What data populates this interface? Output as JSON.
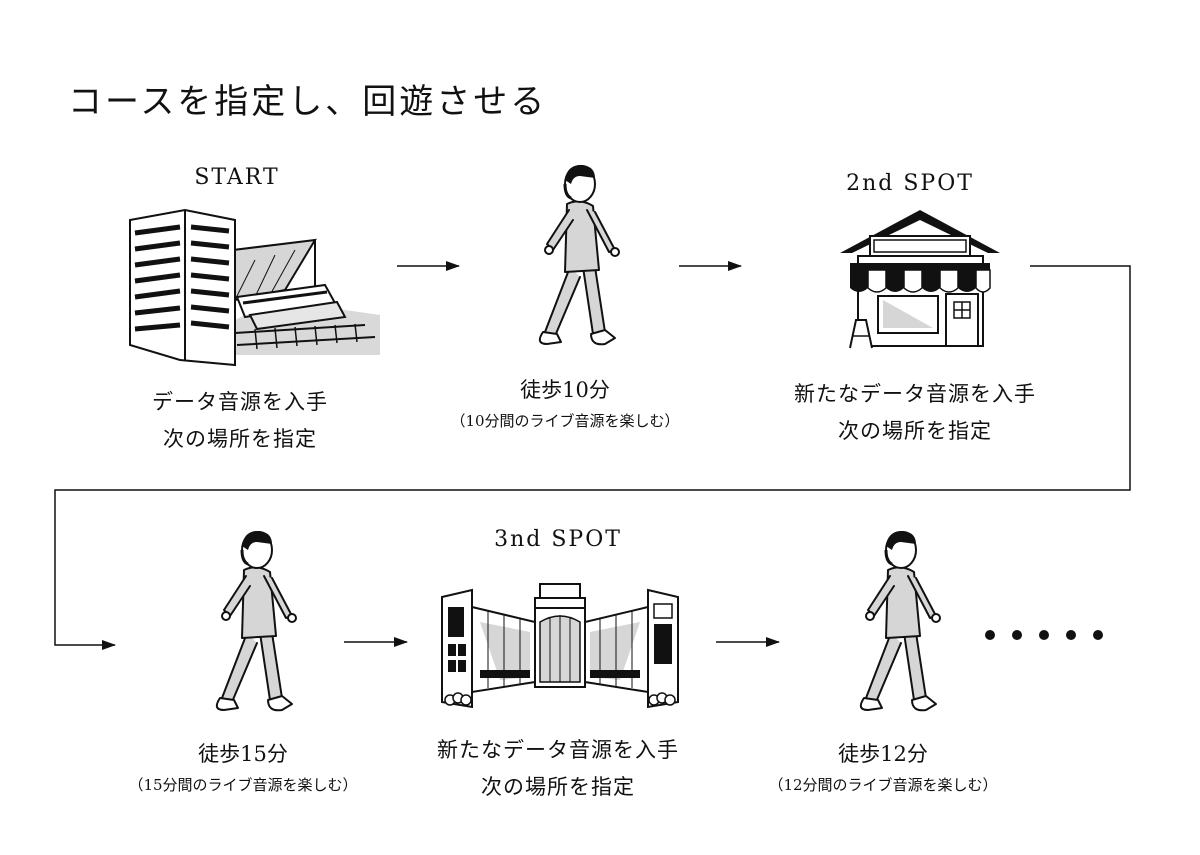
{
  "title": "コースを指定し、回遊させる",
  "start": {
    "label": "START",
    "caption_line1": "データ音源を入手",
    "caption_line2": "次の場所を指定"
  },
  "walk1": {
    "main": "徒歩10分",
    "sub": "（10分間のライブ音源を楽しむ）"
  },
  "spot2": {
    "label": "2nd SPOT",
    "caption_line1": "新たなデータ音源を入手",
    "caption_line2": "次の場所を指定"
  },
  "walk2": {
    "main": "徒歩15分",
    "sub": "（15分間のライブ音源を楽しむ）"
  },
  "spot3": {
    "label": "3nd SPOT",
    "caption_line1": "新たなデータ音源を入手",
    "caption_line2": "次の場所を指定"
  },
  "walk3": {
    "main": "徒歩12分",
    "sub": "（12分間のライブ音源を楽しむ）"
  },
  "icons": [
    "station-icon",
    "walking-person-icon",
    "shop-icon",
    "shopping-arcade-icon",
    "ellipsis-dots"
  ]
}
